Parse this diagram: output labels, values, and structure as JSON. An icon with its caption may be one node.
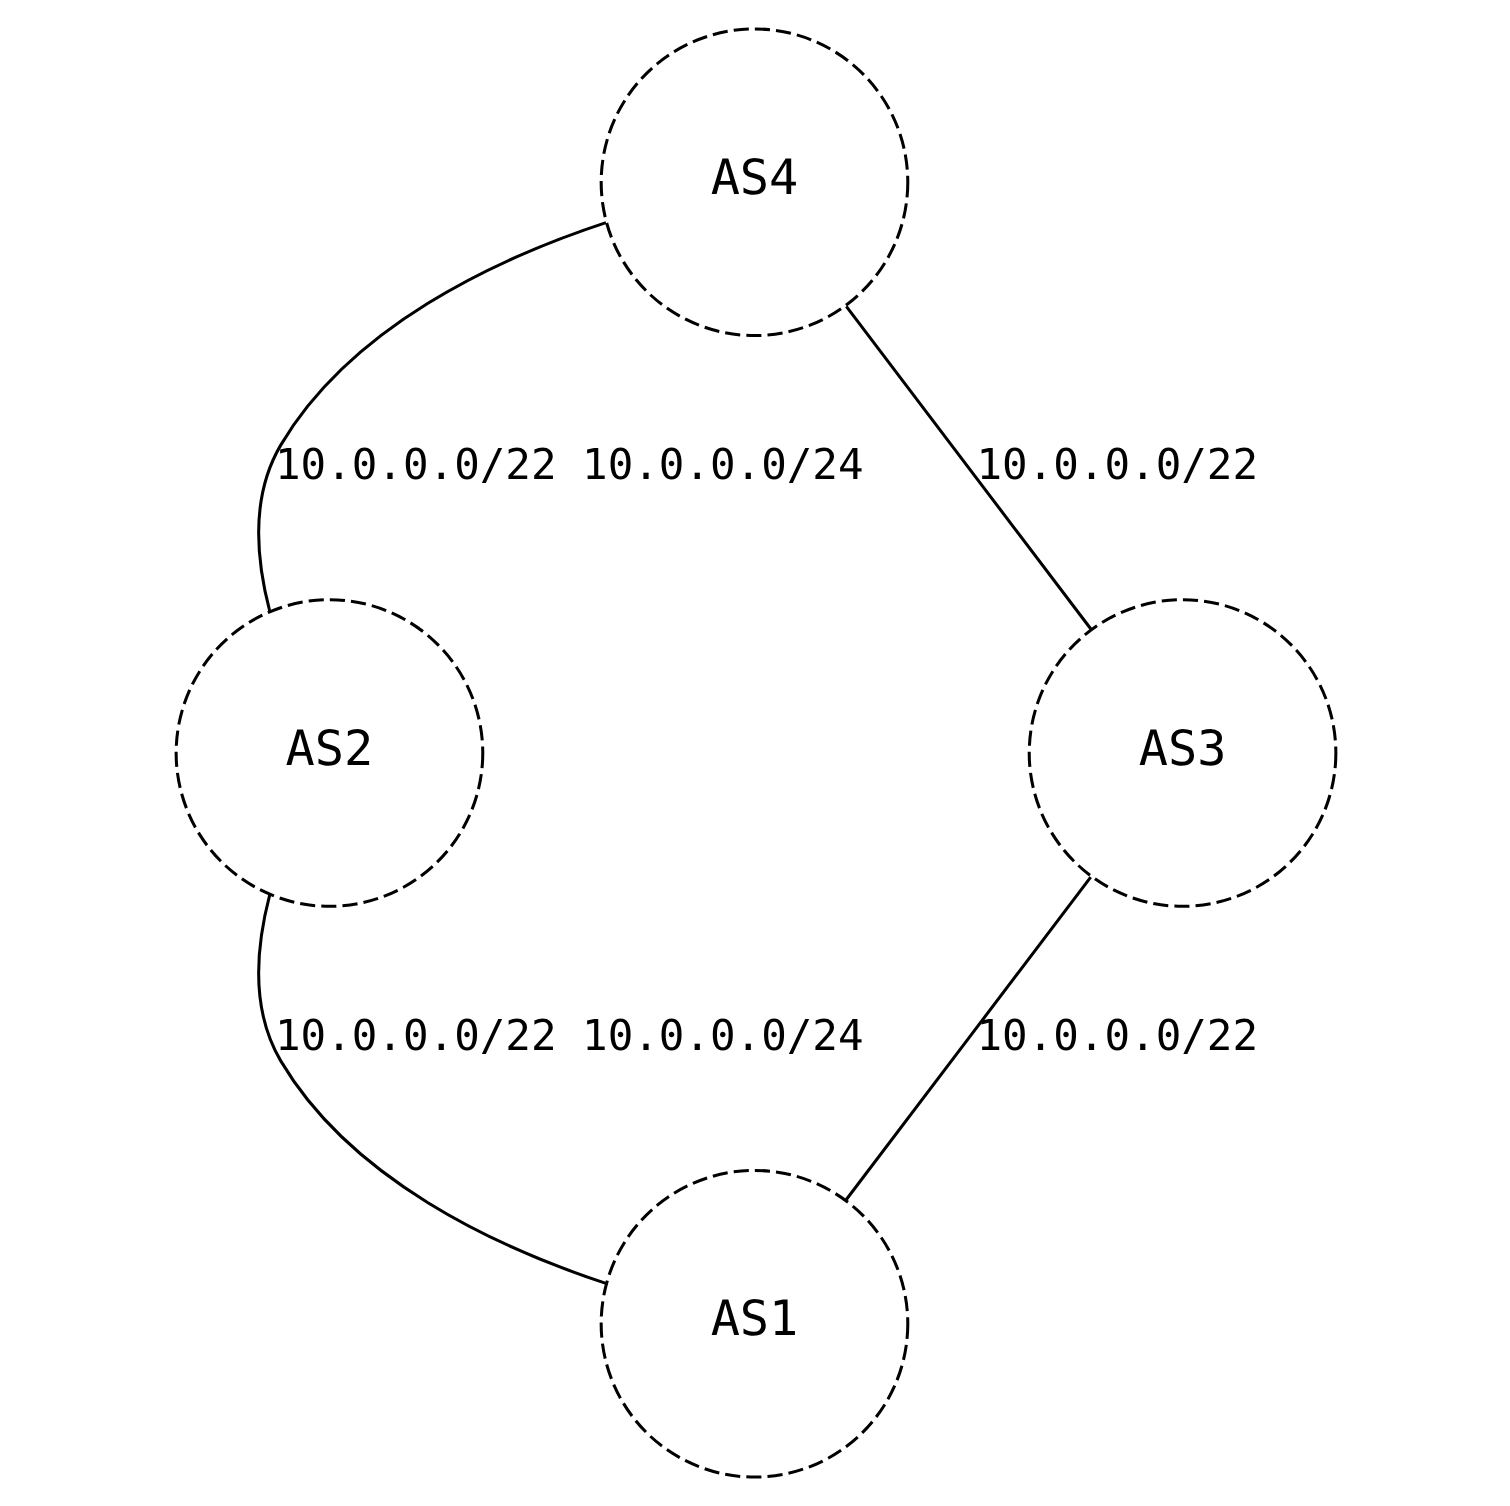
{
  "diagram": {
    "nodes": [
      {
        "text": [
          "AS4"
        ]
      },
      {
        "text": [
          "AS2"
        ]
      },
      {
        "text": [
          "AS3"
        ]
      },
      {
        "text": [
          "AS1"
        ]
      }
    ],
    "edges": [
      {
        "from": 0,
        "to": 1,
        "arrow": "none",
        "label": "10.0.0.0/22 10.0.0.0/24"
      },
      {
        "from": 0,
        "to": 2,
        "arrow": "none",
        "label": "10.0.0.0/22"
      },
      {
        "from": 1,
        "to": 3,
        "arrow": "none",
        "label": "10.0.0.0/22 10.0.0.0/24"
      },
      {
        "from": 2,
        "to": 3,
        "arrow": "none",
        "label": "10.0.0.0/22"
      }
    ]
  }
}
